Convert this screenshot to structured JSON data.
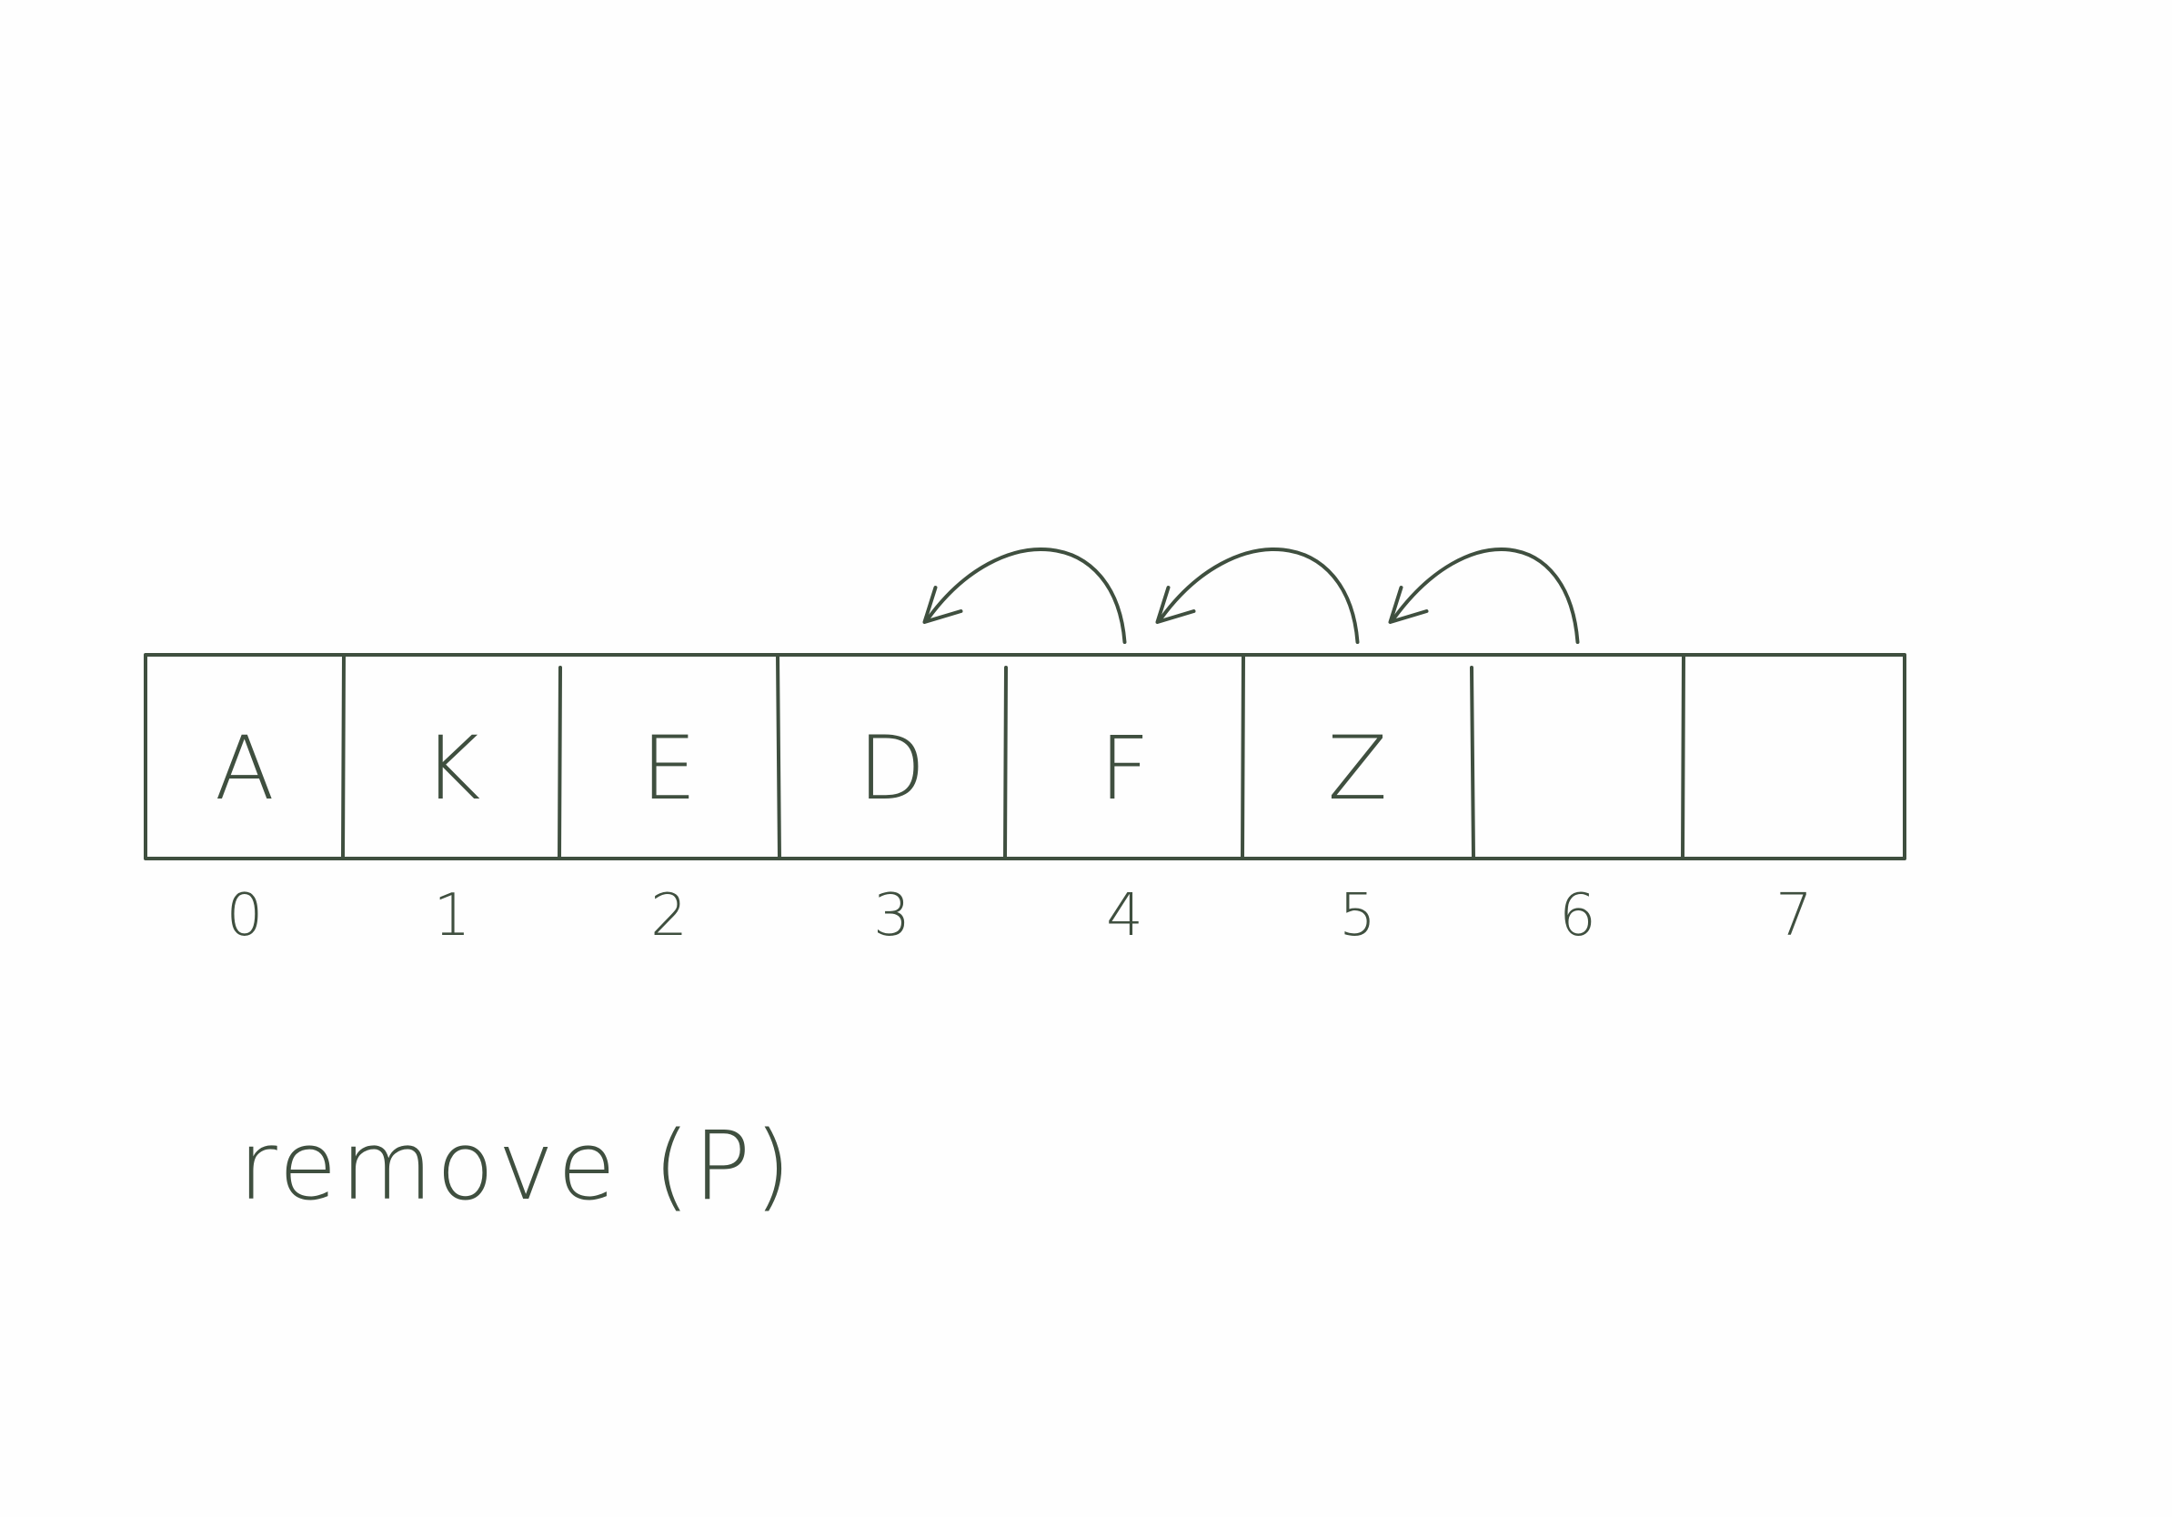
{
  "diagram": {
    "cells": [
      {
        "value": "A",
        "index": "0"
      },
      {
        "value": "K",
        "index": "1"
      },
      {
        "value": "E",
        "index": "2"
      },
      {
        "value": "D",
        "index": "3"
      },
      {
        "value": "F",
        "index": "4"
      },
      {
        "value": "Z",
        "index": "5"
      },
      {
        "value": "",
        "index": "6"
      },
      {
        "value": "",
        "index": "7"
      }
    ],
    "shifts": [
      {
        "from": 4,
        "to": 3
      },
      {
        "from": 5,
        "to": 4
      },
      {
        "from": 6,
        "to": 5
      }
    ],
    "operation": "remove (P)",
    "ink_color": "#3f4f3f"
  }
}
